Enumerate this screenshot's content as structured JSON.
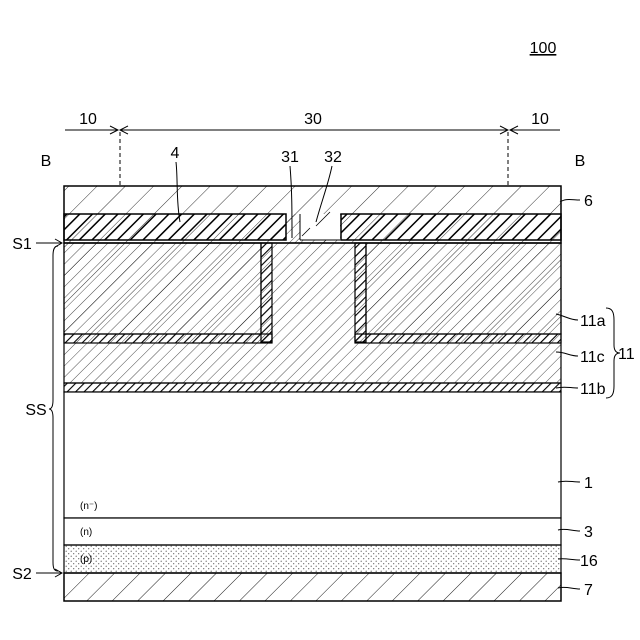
{
  "figure": {
    "ref_number": "100",
    "region_labels": {
      "left": "10",
      "center": "30",
      "right": "10"
    },
    "section_mark_left": "B",
    "section_mark_right": "B",
    "surface_labels": {
      "s1": "S1",
      "s2": "S2",
      "ss": "SS"
    },
    "part_labels": {
      "p4": "4",
      "p31": "31",
      "p32": "32",
      "p6": "6",
      "p11a": "11a",
      "p11c": "11c",
      "p11b": "11b",
      "p11": "11",
      "p1": "1",
      "p3": "3",
      "p16": "16",
      "p7": "7"
    },
    "doping_labels": {
      "n_minus": "(n⁻)",
      "n": "(n)",
      "p": "(p)"
    }
  }
}
